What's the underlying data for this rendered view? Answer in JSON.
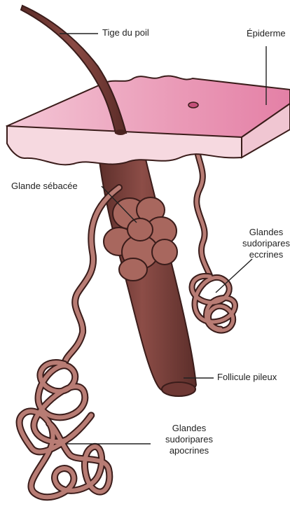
{
  "labels": {
    "hair_shaft": "Tige du poil",
    "epidermis": "Épiderme",
    "sebaceous_gland": "Glande sébacée",
    "eccrine_glands": [
      "Glandes",
      "sudoripares",
      "eccrines"
    ],
    "hair_follicle": "Follicule pileux",
    "apocrine_glands": [
      "Glandes",
      "sudoripares",
      "apocrines"
    ]
  },
  "colors": {
    "hair": "#7a3f3a",
    "hair_dark": "#4a2320",
    "epidermis_top": "#e996b4",
    "epidermis_side": "#f6d9e0",
    "gland": "#b87c74",
    "gland_dark": "#3a1c1a",
    "line": "#222222"
  }
}
